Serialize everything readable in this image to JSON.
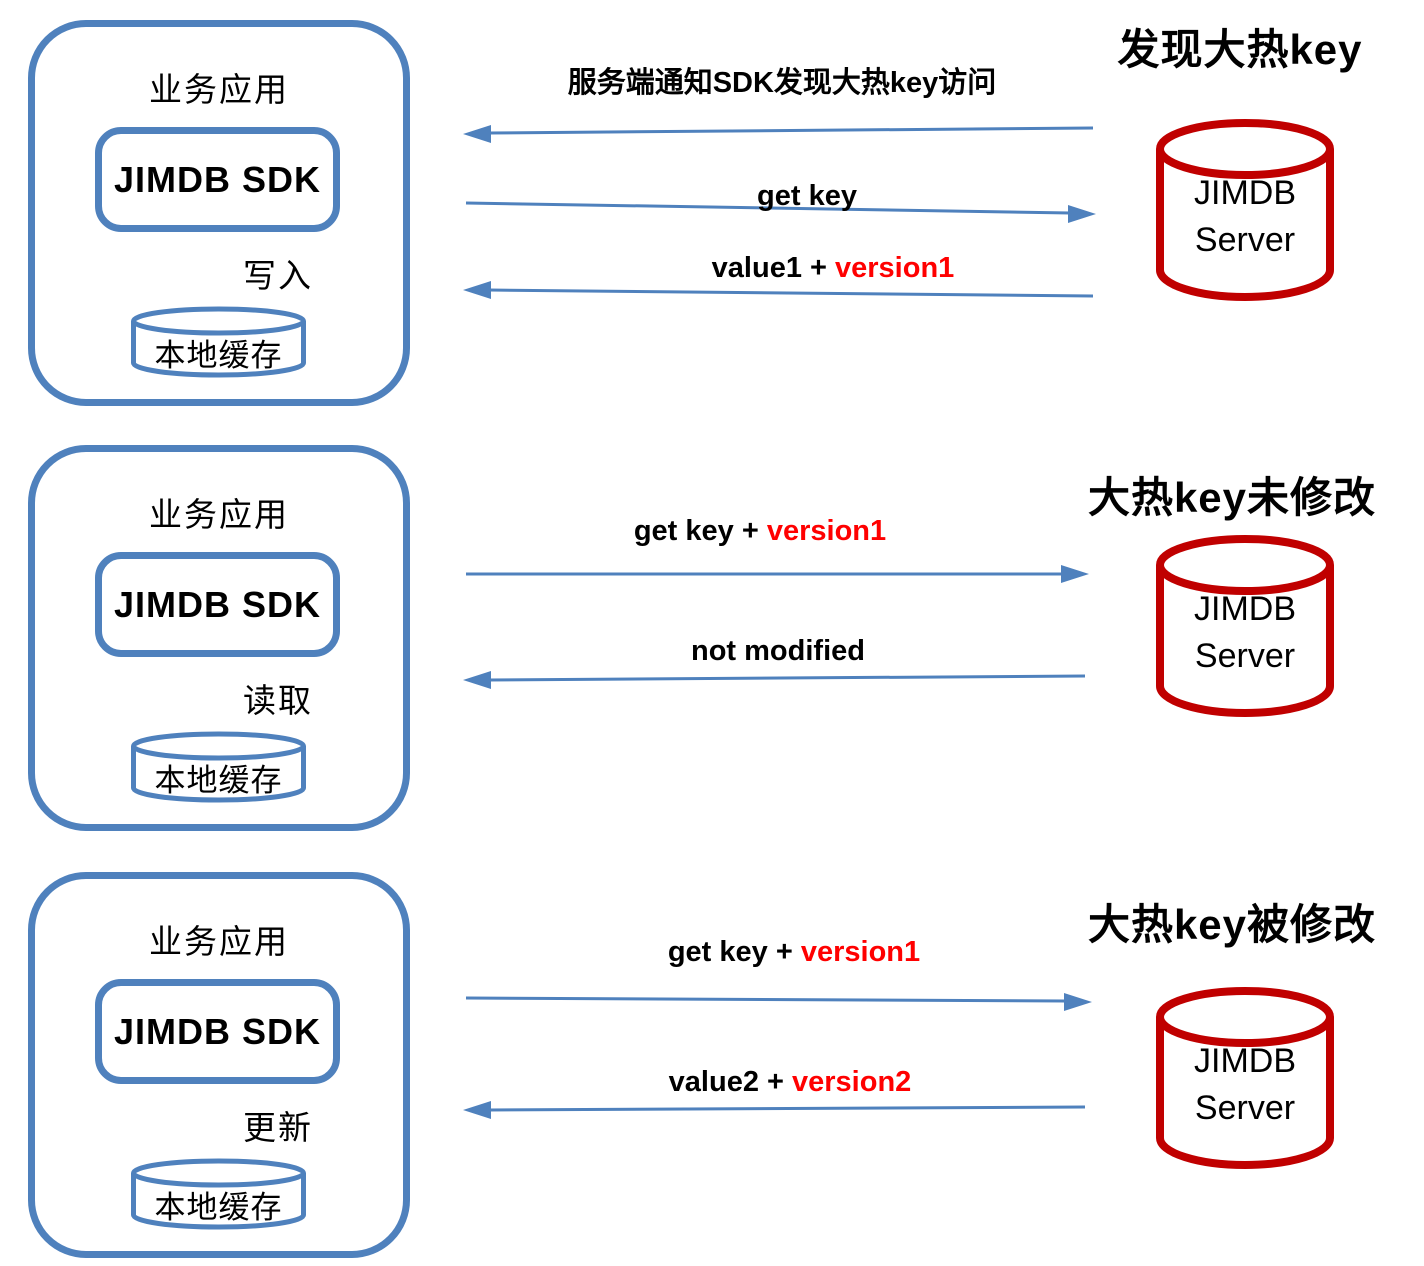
{
  "colors": {
    "box_and_arrow_blue": "#4f81bd",
    "server_cylinder_red": "#c00000",
    "version_highlight_red": "#ff0000",
    "text_black": "#000000"
  },
  "sections": [
    {
      "title": "发现大热key",
      "app": {
        "label": "业务应用",
        "sdk": "JIMDB SDK",
        "action": "写入",
        "cache": "本地缓存"
      },
      "server": {
        "line1": "JIMDB",
        "line2": "Server"
      },
      "messages": [
        {
          "direction": "left",
          "black": "服务端通知SDK发现大热key访问",
          "red": ""
        },
        {
          "direction": "right",
          "black": "get key",
          "red": ""
        },
        {
          "direction": "left",
          "black": "value1 + ",
          "red": "version1"
        }
      ]
    },
    {
      "title": "大热key未修改",
      "app": {
        "label": "业务应用",
        "sdk": "JIMDB SDK",
        "action": "读取",
        "cache": "本地缓存"
      },
      "server": {
        "line1": "JIMDB",
        "line2": "Server"
      },
      "messages": [
        {
          "direction": "right",
          "black": "get key + ",
          "red": "version1"
        },
        {
          "direction": "left",
          "black": "not modified",
          "red": ""
        }
      ]
    },
    {
      "title": "大热key被修改",
      "app": {
        "label": "业务应用",
        "sdk": "JIMDB SDK",
        "action": "更新",
        "cache": "本地缓存"
      },
      "server": {
        "line1": "JIMDB",
        "line2": "Server"
      },
      "messages": [
        {
          "direction": "right",
          "black": "get key + ",
          "red": "version1"
        },
        {
          "direction": "left",
          "black": "value2 + ",
          "red": "version2"
        }
      ]
    }
  ]
}
